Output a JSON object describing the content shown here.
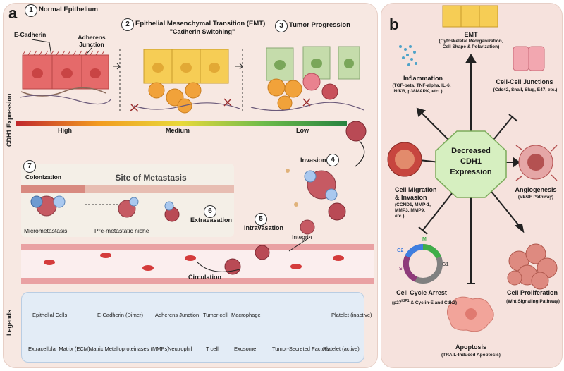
{
  "panel_a": {
    "letter": "a",
    "stage1": {
      "num": "1",
      "title": "Normal Epithelium"
    },
    "stage2": {
      "num": "2",
      "title": "Epithelial Mesenchymal Transition (EMT)",
      "subtitle": "\"Cadherin Switching\""
    },
    "stage3": {
      "num": "3",
      "title": "Tumor Progression"
    },
    "ecadherin_label": "E-Cadherin",
    "adherens_label_1": "Adherens",
    "adherens_label_2": "Junction",
    "axis_label": "CDH1 Expression",
    "grad_high": "High",
    "grad_medium": "Medium",
    "grad_low": "Low",
    "invasion": {
      "num": "4",
      "label": "Invasion"
    },
    "intravasation": {
      "num": "5",
      "label": "Intravasation"
    },
    "extravasation": {
      "num": "6",
      "label": "Extravasation"
    },
    "colonization": {
      "num": "7",
      "label": "Colonization"
    },
    "site_title": "Site of Metastasis",
    "micrometastasis": "Micrometastasis",
    "premetastatic": "Pre-metastatic niche",
    "integrin": "Integrin",
    "circulation": "Circulation",
    "legends_label": "Legends",
    "legend": {
      "epithelial": "Epithelial Cells",
      "ecadherin_dimer": "E-Cadherin (Dimer)",
      "adherens": "Adherens Junction",
      "tumor": "Tumor cell",
      "macrophage": "Macrophage",
      "tumor_factors": "Tumor-Secreted Factors",
      "platelet_inactive": "Platelet (inactive)",
      "ecm": "Extracellular Matrix (ECM)",
      "mmp": "Matrix Metalloproteinases (MMPs)",
      "neutrophil": "Neutrophil",
      "tcell": "T cell",
      "exosome": "Exosome",
      "platelet_active": "Platelet (active)"
    }
  },
  "panel_b": {
    "letter": "b",
    "center_1": "Decreased",
    "center_2": "CDH1",
    "center_3": "Expression",
    "emt": {
      "title": "EMT",
      "sub1": "(Cytoskeletal Reorganization,",
      "sub2": "Cell Shape & Polarization)"
    },
    "inflammation": {
      "title": "Inflammation",
      "sub1": "(TGF-beta, TNF-alpha, IL-6,",
      "sub2": "NfKB, p38MAPK, etc. )"
    },
    "junctions": {
      "title": "Cell-Cell Junctions",
      "sub1": "(Cdc42, Snail, Slug, E47, etc.)"
    },
    "migration": {
      "title1": "Cell Migration",
      "title2": "& Invasion",
      "sub1": "(CCND1, MMP-1,",
      "sub2": "MMP3, MMP9,",
      "sub3": "etc.)"
    },
    "angiogenesis": {
      "title": "Angiogenesis",
      "sub1": "(VEGF Pathway)"
    },
    "cycle": {
      "title": "Cell Cycle Arrest",
      "sub_a": "(p27",
      "sub_sup": "KIP1",
      "sub_b": "& Cyclin-E and Cdk2)",
      "m": "M",
      "g2": "G2",
      "s": "S",
      "g1": "G1"
    },
    "proliferation": {
      "title": "Cell Proliferation",
      "sub1": "(Wnt Signaling Pathway)"
    },
    "apoptosis": {
      "title": "Apoptosis",
      "sub1": "(TRAIL-Induced Apoptosis)"
    }
  },
  "colors": {
    "panel_a_bg": "#f7e8e2",
    "panel_b_bg": "#f6e2dd",
    "legend_bg": "#e3ecf6",
    "octagon": "#d6efc0",
    "tumor": "#c8505a",
    "epithelial_normal": "#e06060",
    "epithelial_emt": "#f4c84c",
    "epithelial_tumor": "#b9d7a0",
    "vessel": "#e9a1a3"
  }
}
